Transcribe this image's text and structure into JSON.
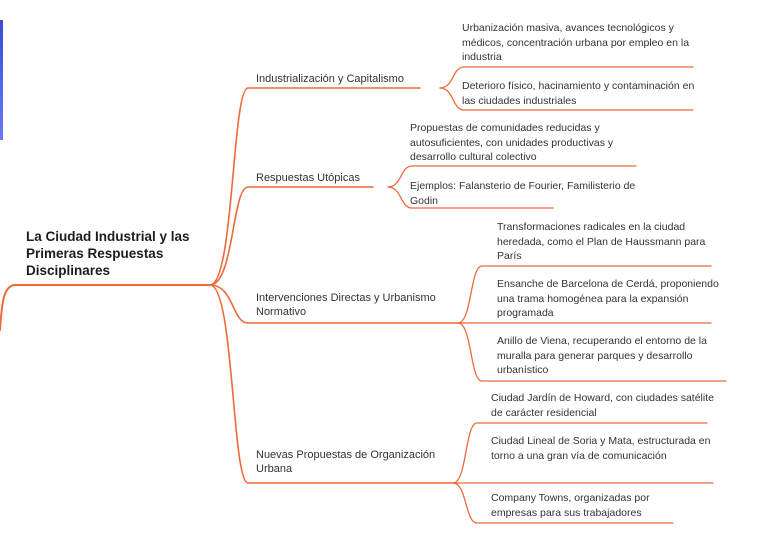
{
  "colors": {
    "line": "#ee6a3a",
    "accent": "#4b5bdc",
    "text": "#333333"
  },
  "mindmap": {
    "root": "La Ciudad Industrial y las Primeras Respuestas Disciplinares",
    "branches": [
      {
        "label": "Industrialización y Capitalismo",
        "leaves": [
          "Urbanización masiva, avances tecnológicos y médicos, concentración urbana por empleo en la industria",
          "Deterioro físico, hacinamiento y contaminación en las ciudades industriales"
        ]
      },
      {
        "label": "Respuestas Utópicas",
        "leaves": [
          "Propuestas de comunidades reducidas y autosuficientes, con unidades productivas y desarrollo cultural colectivo",
          "Ejemplos: Falansterio de Fourier, Familisterio de Godin"
        ]
      },
      {
        "label": "Intervenciones Directas y Urbanismo Normativo",
        "leaves": [
          "Transformaciones radicales en la ciudad heredada, como el Plan de Haussmann para París",
          "Ensanche de Barcelona de Cerdá, proponiendo una trama homogénea para la expansión programada",
          "Anillo de Viena, recuperando el entorno de la muralla para generar parques y desarrollo urbanístico"
        ]
      },
      {
        "label": "Nuevas Propuestas de Organización Urbana",
        "leaves": [
          "Ciudad Jardín de Howard, con ciudades satélite de carácter residencial",
          "Ciudad Lineal de Soria y Mata, estructurada en torno a una gran vía de comunicación",
          "Company Towns, organizadas por empresas para sus trabajadores"
        ]
      }
    ]
  }
}
